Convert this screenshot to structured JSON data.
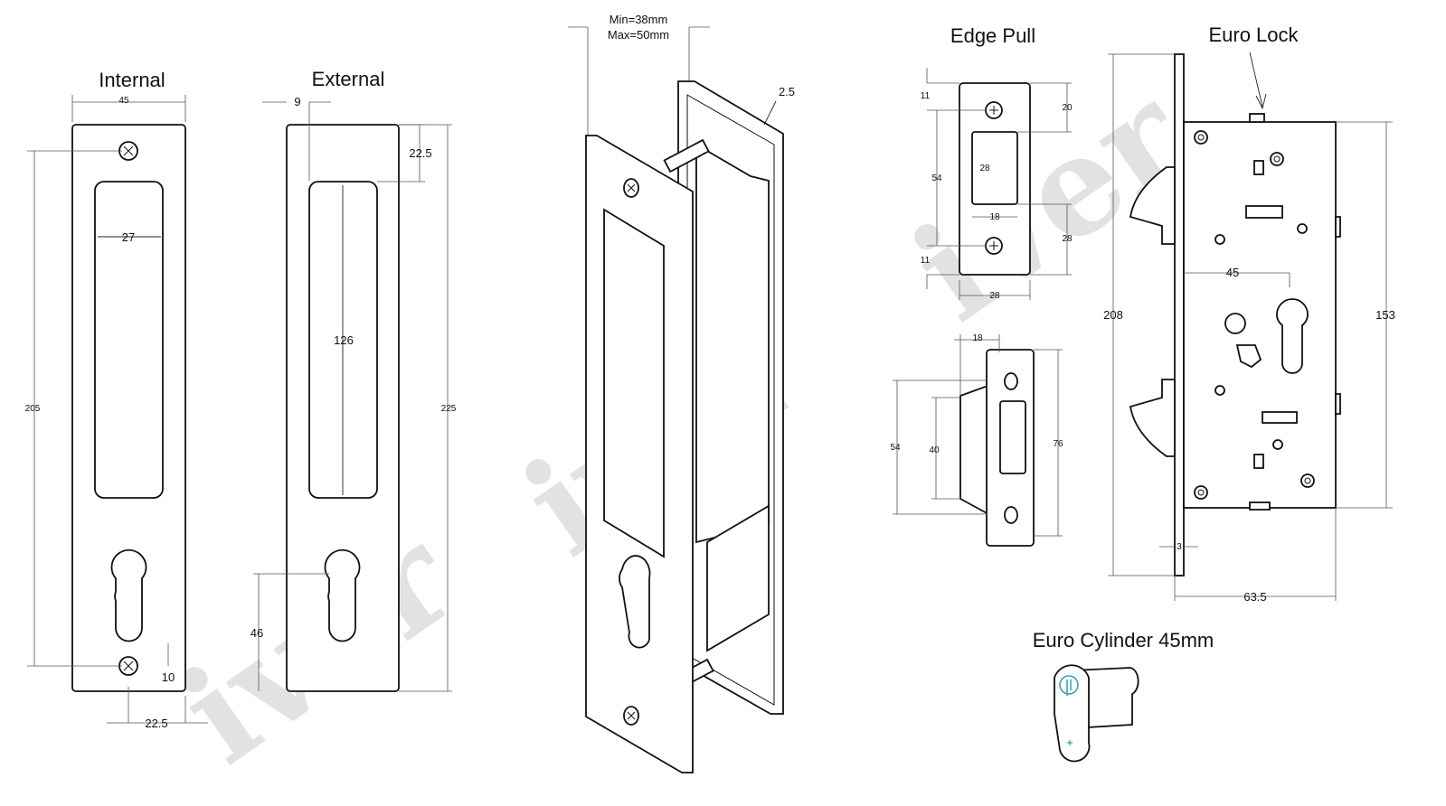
{
  "watermark": "iver",
  "views": {
    "internal": {
      "title": "Internal",
      "dims": {
        "width": "45",
        "cutout": "27",
        "height": "205",
        "screw_offset": "10",
        "cyl_offset": "22.5"
      }
    },
    "external": {
      "title": "External",
      "dims": {
        "offset": "9",
        "top": "22.5",
        "cutout_h": "126",
        "height": "225",
        "cyl_h": "46"
      }
    },
    "assembly": {
      "dims": {
        "min_door": "Min=38mm",
        "max_door": "Max=50mm",
        "thickness": "2.5"
      }
    },
    "edge_pull": {
      "title": "Edge Pull",
      "dims": {
        "top": "11",
        "screw_top": "20",
        "slot_h": "28",
        "pitch": "54",
        "slot_w": "18",
        "lower": "28",
        "bottom": "11",
        "width": "28"
      }
    },
    "strike": {
      "dims": {
        "depth": "18",
        "outer_h": "54",
        "inner_h": "40",
        "plate_h": "76"
      }
    },
    "euro_lock": {
      "title": "Euro Lock",
      "dims": {
        "backset": "45",
        "faceplate_h": "208",
        "case_h": "153",
        "face_t": "3",
        "case_w": "63.5"
      }
    },
    "cylinder": {
      "title": "Euro Cylinder 45mm"
    }
  },
  "colors": {
    "line": "#111111",
    "dimension": "#222222",
    "watermark": "#d9d9d9",
    "cylinder_accent": "#2aa3b8"
  }
}
